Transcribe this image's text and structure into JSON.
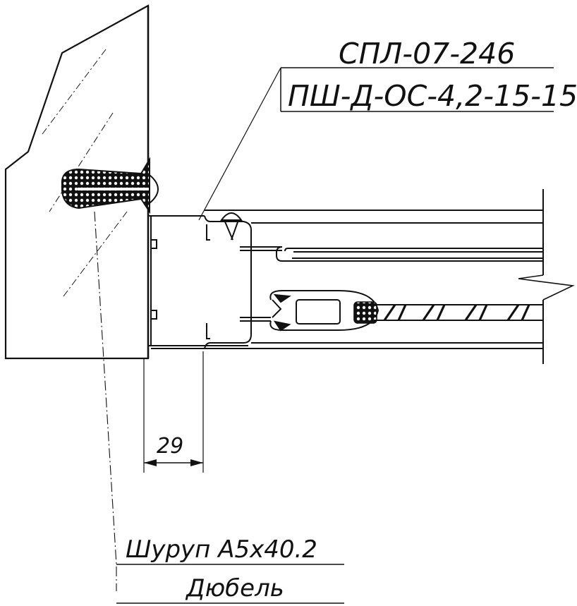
{
  "labels": {
    "profile_code": "СПЛ-07-246",
    "seal_code": "ПШ-Д-ОС-4,2-15-15",
    "screw": "Шуруп А5х40.2",
    "dowel": "Дюбель"
  },
  "dimension": {
    "value": "29"
  }
}
